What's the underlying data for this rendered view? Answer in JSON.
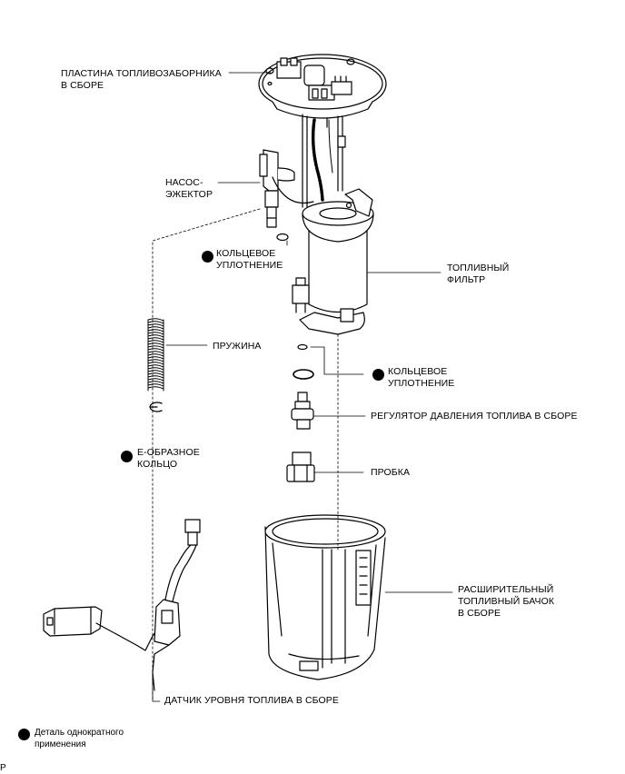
{
  "labels": {
    "plate": [
      "ПЛАСТИНА ТОПЛИВОЗАБОРНИКА",
      "В СБОРЕ"
    ],
    "jet_pump": [
      "НАСОС-",
      "ЭЖЕКТОР"
    ],
    "oring_top": [
      "КОЛЬЦЕВОЕ",
      "УПЛОТНЕНИЕ"
    ],
    "fuel_filter": [
      "ТОПЛИВНЫЙ",
      "ФИЛЬТР"
    ],
    "spring": "ПРУЖИНА",
    "oring_right": [
      "КОЛЬЦЕВОЕ",
      "УПЛОТНЕНИЕ"
    ],
    "regulator": "РЕГУЛЯТОР ДАВЛЕНИЯ ТОПЛИВА В СБОРЕ",
    "e_ring": [
      "Е-ОБРАЗНОЕ",
      "КОЛЬЦО"
    ],
    "plug": "ПРОБКА",
    "canister": [
      "РАСШИРИТЕЛЬНЫЙ",
      "ТОПЛИВНЫЙ БАЧОК",
      "В СБОРЕ"
    ],
    "gauge": "ДАТЧИК УРОВНЯ ТОПЛИВА В СБОРЕ"
  },
  "legend": {
    "text": [
      "Деталь однократного",
      "применения"
    ]
  },
  "corner_mark": "P"
}
